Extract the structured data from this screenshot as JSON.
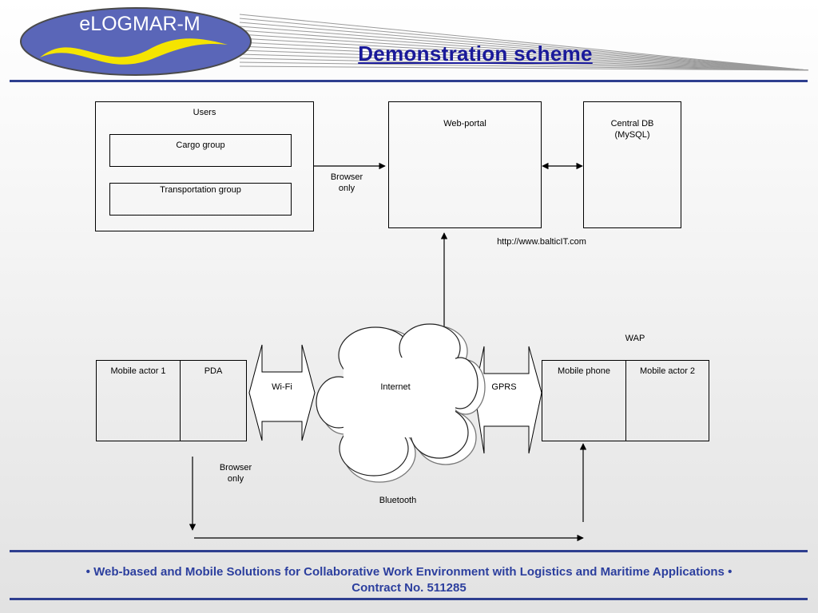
{
  "logo": {
    "text": "eLOGMAR-M"
  },
  "title": "Demonstration scheme",
  "diagram": {
    "users": {
      "title": "Users",
      "groups": [
        "Cargo group",
        "Transportation group"
      ]
    },
    "web_portal": "Web-portal",
    "central_db": {
      "line1": "Central DB",
      "line2": "(MySQL)"
    },
    "browser_only_top": {
      "line1": "Browser",
      "line2": "only"
    },
    "url": "http://www.balticIT.com",
    "wap": "WAP",
    "mobile_actor_1": "Mobile actor 1",
    "pda": "PDA",
    "wifi": "Wi-Fi",
    "internet": "Internet",
    "gprs": "GPRS",
    "mobile_phone": "Mobile phone",
    "mobile_actor_2": "Mobile actor 2",
    "browser_only_bottom": {
      "line1": "Browser",
      "line2": "only"
    },
    "bluetooth": "Bluetooth"
  },
  "footer": {
    "line1": "• Web-based and Mobile Solutions for Collaborative Work Environment with Logistics and Maritime Applications •",
    "line2": "Contract No. 511285"
  }
}
